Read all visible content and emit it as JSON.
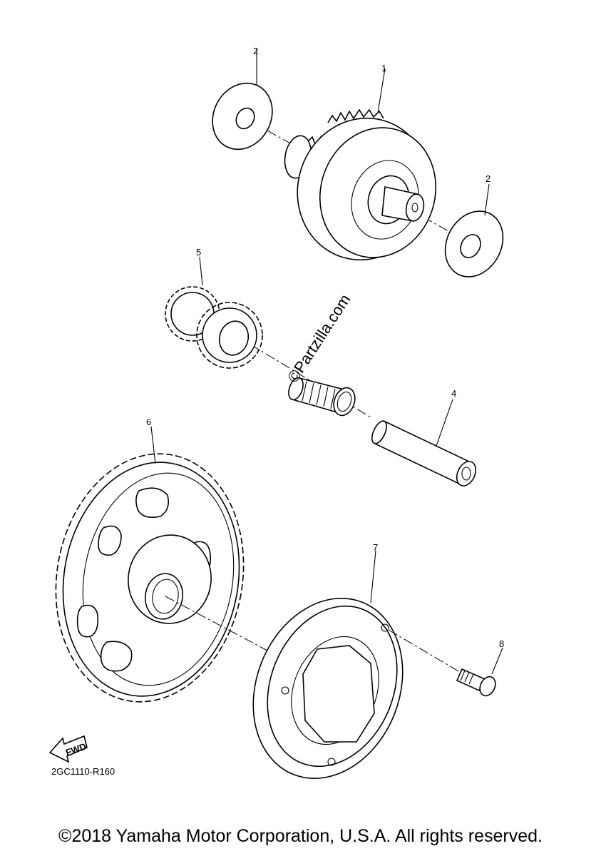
{
  "callouts": {
    "p1": "1",
    "p2a": "2",
    "p2b": "2",
    "p4": "4",
    "p5": "5",
    "p6": "6",
    "p7": "7",
    "p8": "8"
  },
  "fwd_label": "FWD",
  "diagram_code": "2GC1110-R160",
  "watermark": "©Partzilla.com",
  "copyright": "©2018 Yamaha Motor Corporation, U.S.A. All rights reserved."
}
